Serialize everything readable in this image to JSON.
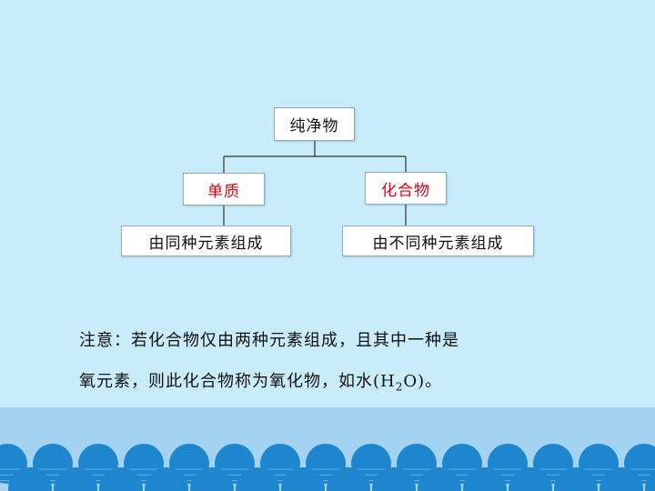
{
  "diagram": {
    "root": "纯净物",
    "branches": [
      {
        "label": "单质",
        "desc": "由同种元素组成"
      },
      {
        "label": "化合物",
        "desc": "由不同种元素组成"
      }
    ],
    "branch_color": "#e60012"
  },
  "note": {
    "line1": "注意：若化合物仅由两种元素组成，且其中一种是",
    "line2_a": "氧元素，则此化合物称为氧化物，如水(H",
    "line2_sub": "2",
    "line2_b": "O)。"
  },
  "colors": {
    "background": "#c9ecfb",
    "band": "#a3d3f0",
    "bubble": "#1e86cf"
  }
}
